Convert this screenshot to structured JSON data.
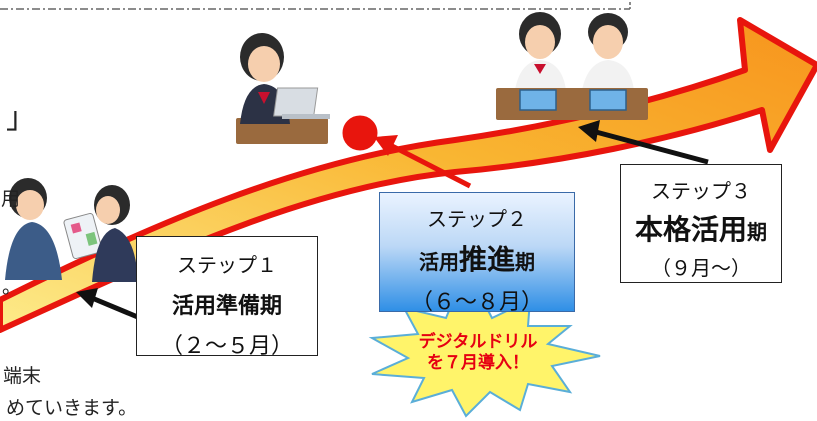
{
  "left_text": {
    "bracket": "」",
    "fragment_a": "用",
    "fragment_b": "。",
    "line1": "端末",
    "line2": "めていきます。"
  },
  "steps": [
    {
      "label": "ステップ１",
      "name": "活用準備期",
      "period": "（２～５月）"
    },
    {
      "label": "ステップ２",
      "name_pre": "活用",
      "name_em": "推進",
      "name_post": "期",
      "period": "（６～８月）"
    },
    {
      "label": "ステップ３",
      "name_main": "本格活用",
      "name_post": "期",
      "period": "（９月～）"
    }
  ],
  "announcement": {
    "line1": "デジタルドリル",
    "line2": "を７月導入！"
  },
  "colors": {
    "arrow_fill": "#f7a21a",
    "arrow_fill_light": "#fdeb8a",
    "arrow_outline": "#e8150d",
    "marker": "#e8150d",
    "pointer": "#e8150d",
    "burst_fill": "#fff46a",
    "burst_stroke": "#5aaed8",
    "highlight_text": "#e60012",
    "step2_gradient_bottom": "#2f8fe6"
  },
  "illustrations": [
    "students-tablet-conversation",
    "student-laptop",
    "students-tablets-desk"
  ]
}
